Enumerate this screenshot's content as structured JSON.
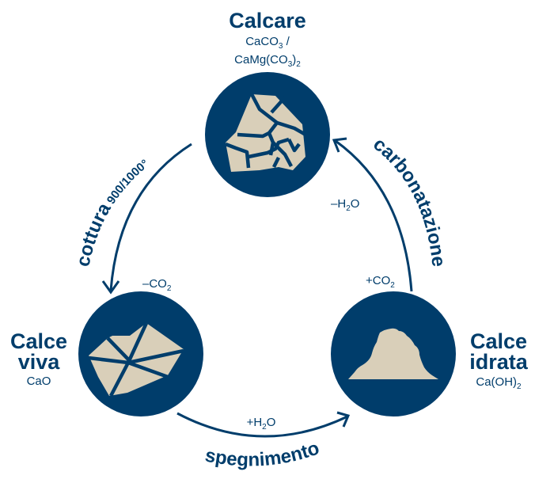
{
  "colors": {
    "primary": "#003d6b",
    "stone": "#d9cfb9",
    "background": "#ffffff"
  },
  "nodes": {
    "calcare": {
      "title": "Calcare",
      "formula_line1": {
        "a": "CaCO",
        "a_sub": "3",
        "b": " /"
      },
      "formula_line2": {
        "a": "CaMg(CO",
        "a_sub": "3",
        "b": ")",
        "b_sub": "2"
      },
      "icon": "cracked-stone-icon"
    },
    "calce_viva": {
      "title_line1": "Calce",
      "title_line2": "viva",
      "formula": "CaO",
      "icon": "fractured-rock-icon"
    },
    "calce_idrata": {
      "title_line1": "Calce",
      "title_line2": "idrata",
      "formula": {
        "a": "Ca(OH)",
        "a_sub": "2"
      },
      "icon": "powder-heap-icon"
    }
  },
  "processes": {
    "cottura": {
      "label": "cottura",
      "note": "900/1000°",
      "gas": {
        "a": "–CO",
        "a_sub": "2"
      }
    },
    "spegnimento": {
      "label": "spegnimento",
      "gas": {
        "a": "+H",
        "a_sub": "2",
        "b": "O"
      }
    },
    "carbonatazione": {
      "label": "carbonatazione",
      "gas_in": {
        "a": "+CO",
        "a_sub": "2"
      },
      "gas_out": {
        "a": "–H",
        "a_sub": "2",
        "b": "O"
      }
    }
  }
}
